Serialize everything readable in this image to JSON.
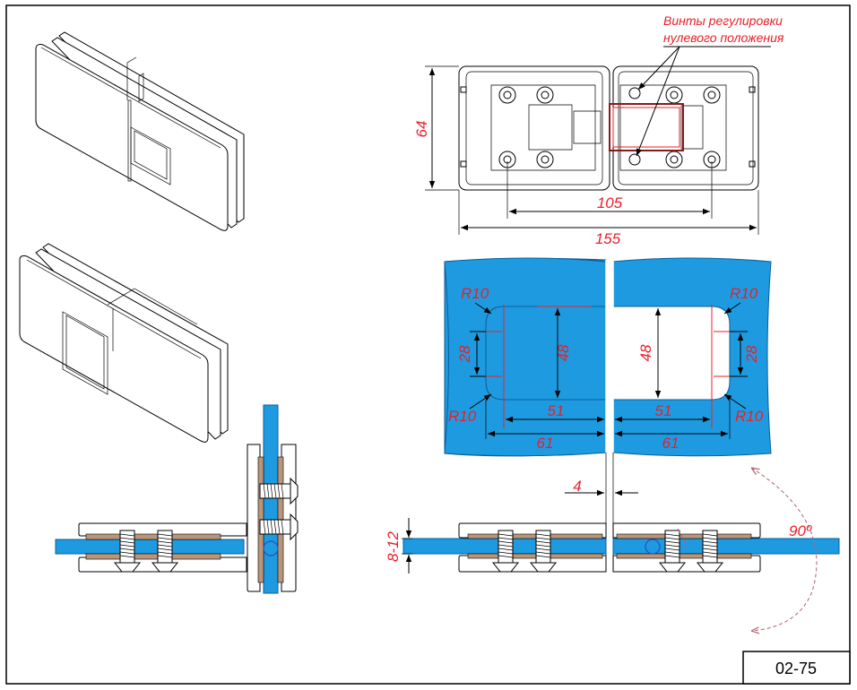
{
  "drawing_code": "02-75",
  "note": {
    "line1": "Винты регулировки",
    "line2": "нулевого положения"
  },
  "dimensions": {
    "height": "64",
    "holes_spacing": "105",
    "overall_length": "155",
    "radius_tl": "R10",
    "radius_tr": "R10",
    "radius_bl": "R10",
    "radius_br": "R10",
    "cut_depth_left": "28",
    "cut_depth_right": "28",
    "cut_height_left": "48",
    "cut_height_right": "48",
    "cut_width_left": "51",
    "cut_width_right": "51",
    "cut_total_left": "61",
    "cut_total_right": "61",
    "gap": "4",
    "glass_thickness": "8-12",
    "rotation_angle": "90º"
  },
  "colors": {
    "glass": "#1e9be0",
    "dimension_text": "#e8202a",
    "gasket": "#b9967a"
  }
}
